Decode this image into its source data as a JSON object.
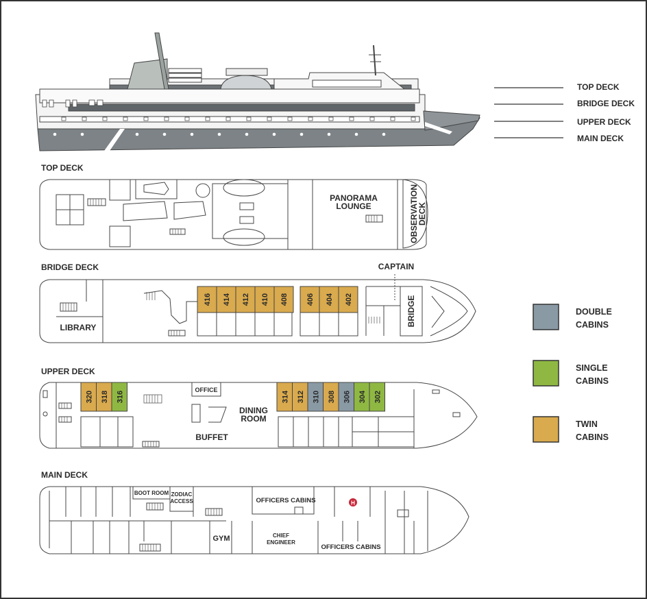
{
  "ship_labels": {
    "top_deck": "TOP DECK",
    "bridge_deck": "BRIDGE DECK",
    "upper_deck": "UPPER DECK",
    "main_deck": "MAIN DECK"
  },
  "decks": {
    "top": {
      "title": "TOP DECK",
      "rooms": {
        "panorama_1": "PANORAMA",
        "panorama_2": "LOUNGE",
        "observation_1": "OBSERVATION",
        "observation_2": "DECK"
      }
    },
    "bridge": {
      "title": "BRIDGE DECK",
      "rooms": {
        "library": "LIBRARY",
        "captain": "CAPTAIN",
        "bridge": "BRIDGE"
      },
      "cabins": [
        {
          "number": "416",
          "type": "twin"
        },
        {
          "number": "414",
          "type": "twin"
        },
        {
          "number": "412",
          "type": "twin"
        },
        {
          "number": "410",
          "type": "twin"
        },
        {
          "number": "408",
          "type": "twin"
        },
        {
          "number": "406",
          "type": "twin"
        },
        {
          "number": "404",
          "type": "twin"
        },
        {
          "number": "402",
          "type": "twin"
        }
      ]
    },
    "upper": {
      "title": "UPPER DECK",
      "rooms": {
        "office": "OFFICE",
        "dining_1": "DINING",
        "dining_2": "ROOM",
        "buffet": "BUFFET"
      },
      "cabins": [
        {
          "number": "320",
          "type": "twin"
        },
        {
          "number": "318",
          "type": "twin"
        },
        {
          "number": "316",
          "type": "single"
        },
        {
          "number": "314",
          "type": "twin"
        },
        {
          "number": "312",
          "type": "twin"
        },
        {
          "number": "310",
          "type": "double"
        },
        {
          "number": "308",
          "type": "twin"
        },
        {
          "number": "306",
          "type": "double"
        },
        {
          "number": "304",
          "type": "single"
        },
        {
          "number": "302",
          "type": "single"
        }
      ]
    },
    "main": {
      "title": "MAIN DECK",
      "rooms": {
        "boot_room": "BOOT ROOM",
        "zodiac_1": "ZODIAC",
        "zodiac_2": "ACCESS",
        "officers_1": "OFFICERS CABINS",
        "officers_2": "OFFICERS CABINS",
        "gym": "GYM",
        "chief_1": "CHIEF",
        "chief_2": "ENGINEER",
        "hospital": "H"
      }
    }
  },
  "legend": [
    {
      "key": "double",
      "line1": "DOUBLE",
      "line2": "CABINS",
      "color": "#8a9aa5"
    },
    {
      "key": "single",
      "line1": "SINGLE",
      "line2": "CABINS",
      "color": "#8fb843"
    },
    {
      "key": "twin",
      "line1": "TWIN",
      "line2": "CABINS",
      "color": "#d9aa4e"
    }
  ],
  "colors": {
    "twin": "#d9aa4e",
    "single": "#8fb843",
    "double": "#8a9aa5",
    "hull_dark": "#7d8387",
    "hull_mid": "#b8bcbf",
    "funnel": "#b9c0bc",
    "hospital": "#c8283a"
  }
}
